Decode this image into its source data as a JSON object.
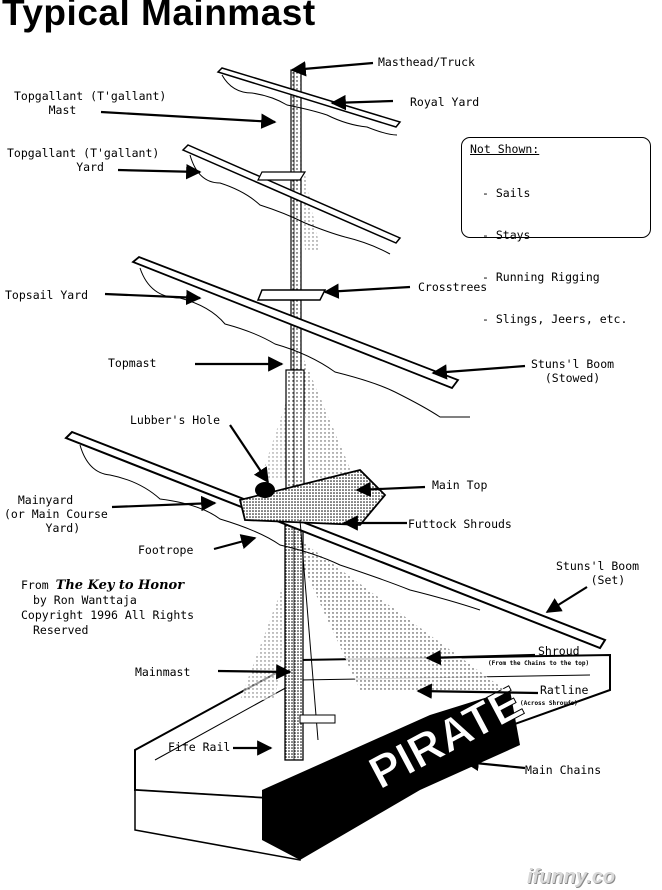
{
  "title": "Typical Mainmast",
  "labels": {
    "masthead": "Masthead/Truck",
    "royal_yard": "Royal Yard",
    "topgallant_mast": "Topgallant (T'gallant)\n     Mast",
    "topgallant_yard": "Topgallant (T'gallant)\n          Yard",
    "crosstrees": "Crosstrees",
    "topsail_yard": "Topsail Yard",
    "topmast": "Topmast",
    "stunsl_stowed": "Stuns'l Boom\n  (Stowed)",
    "lubbers_hole": "Lubber's Hole",
    "main_top": "Main Top",
    "mainyard": "  Mainyard\n(or Main Course\n      Yard)",
    "futtock": "Futtock Shrouds",
    "footrope": "Footrope",
    "stunsl_set": "Stuns'l Boom\n     (Set)",
    "shroud": "Shroud",
    "shroud_note": "(From the Chains to the top)",
    "mainmast": "Mainmast",
    "ratline": "Ratline",
    "ratline_note": "(Across Shrouds)",
    "fife_rail": "Fife Rail",
    "main_chains": "Main Chains"
  },
  "not_shown": {
    "heading": "Not Shown:",
    "items": [
      "- Sails",
      "- Stays",
      "- Running Rigging",
      "- Slings, Jeers, etc."
    ]
  },
  "credit": {
    "from": "From",
    "book": "The Key to Honor",
    "author": "by Ron Wanttaja",
    "copyright": "Copyright 1996 All Rights",
    "reserved": "Reserved"
  },
  "hull_lettering": "PIRATE",
  "watermark": "ifunny.co"
}
